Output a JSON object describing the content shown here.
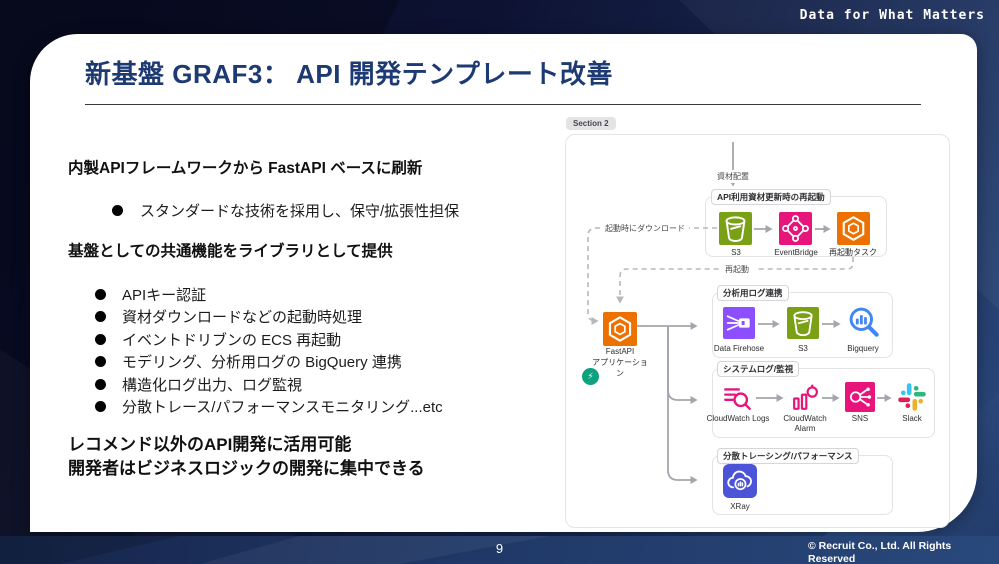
{
  "brand": {
    "logo": "Data for What Matters"
  },
  "slide": {
    "title": "新基盤 GRAF3： API 開発テンプレート改善",
    "page_number": "9",
    "copyright_line1": "© Recruit Co., Ltd. All Rights",
    "copyright_line2": "Reserved"
  },
  "content": {
    "heading1": "内製APIフレームワークから FastAPI ベースに刷新",
    "sub_bullet": "スタンダードな技術を採用し、保守/拡張性担保",
    "heading2": "基盤としての共通機能をライブラリとして提供",
    "features": [
      "APIキー認証",
      "資材ダウンロードなどの起動時処理",
      "イベントドリブンの ECS 再起動",
      "モデリング、分析用ログの BigQuery 連携",
      "構造化ログ出力、ログ監視",
      "分散トレース/パフォーマンスモニタリング...etc"
    ],
    "conclusion_line1": "レコメンド以外のAPI開発に活用可能",
    "conclusion_line2": "開発者はビジネスロジックの開発に集中できる"
  },
  "diagram": {
    "section_label": "Section 2",
    "edge_labels": {
      "deploy": "資材配置",
      "download": "起動時にダウンロード",
      "restart": "再起動"
    },
    "app": {
      "line1": "FastAPI",
      "line2": "アプリケーショ",
      "line3": "ン"
    },
    "group_restart": {
      "title": "API利用資材更新時の再起動",
      "nodes": [
        "S3",
        "EventBridge",
        "再起動タスク"
      ]
    },
    "group_analytics": {
      "title": "分析用ログ連携",
      "nodes": [
        "Data Firehose",
        "S3",
        "Bigquery"
      ]
    },
    "group_monitoring": {
      "title": "システムログ/監視",
      "nodes": [
        "CloudWatch Logs",
        "CloudWatch Alarm",
        "SNS",
        "Slack"
      ]
    },
    "group_tracing": {
      "title": "分散トレーシング/パフォーマンス",
      "nodes": [
        "XRay"
      ]
    }
  },
  "colors": {
    "s3": "#7AA116",
    "eventbridge": "#E7157B",
    "ecs_task": "#ED7100",
    "firehose": "#8C4FFF",
    "bigquery": "#4285F4",
    "cloudwatch": "#E7157B",
    "sns": "#E7157B",
    "xray": "#4B53D6",
    "slack_blue": "#36C5F0",
    "slack_green": "#2EB67D",
    "slack_yellow": "#ECB22E",
    "slack_red": "#E01E5A",
    "bolt_badge": "#0BA37F",
    "title_navy": "#1D3A73",
    "background_navy": "#0D1232"
  }
}
